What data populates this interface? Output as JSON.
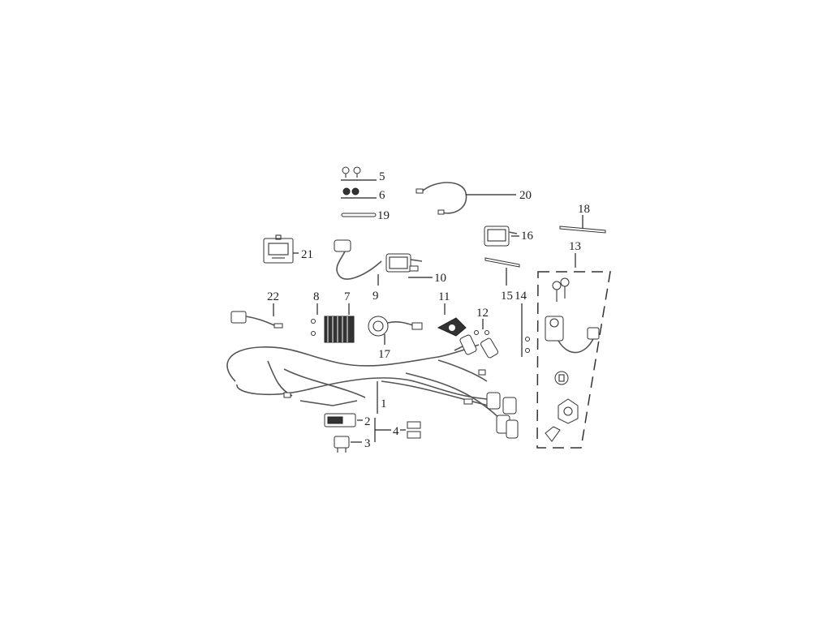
{
  "callouts": {
    "c1": "1",
    "c2": "2",
    "c3": "3",
    "c4": "4",
    "c5": "5",
    "c6": "6",
    "c7": "7",
    "c8": "8",
    "c9": "9",
    "c10": "10",
    "c11": "11",
    "c12": "12",
    "c13": "13",
    "c14": "14",
    "c15": "15",
    "c16": "16",
    "c17": "17",
    "c18": "18",
    "c19": "19",
    "c20": "20",
    "c21": "21",
    "c22": "22"
  },
  "icons": {
    "screws": "screw-icon",
    "washers": "washer-icon",
    "ignition_coil": "ignition-coil-icon",
    "regulator": "regulator-rectifier-icon",
    "relay": "relay-icon",
    "horn": "horn-icon",
    "flasher": "flasher-icon",
    "harness": "wire-harness-icon",
    "key_switch": "key-switch-icon",
    "cable_tie": "cable-tie-icon",
    "cdi": "cdi-unit-icon"
  },
  "colors": {
    "line": "#222222",
    "background": "#ffffff"
  }
}
